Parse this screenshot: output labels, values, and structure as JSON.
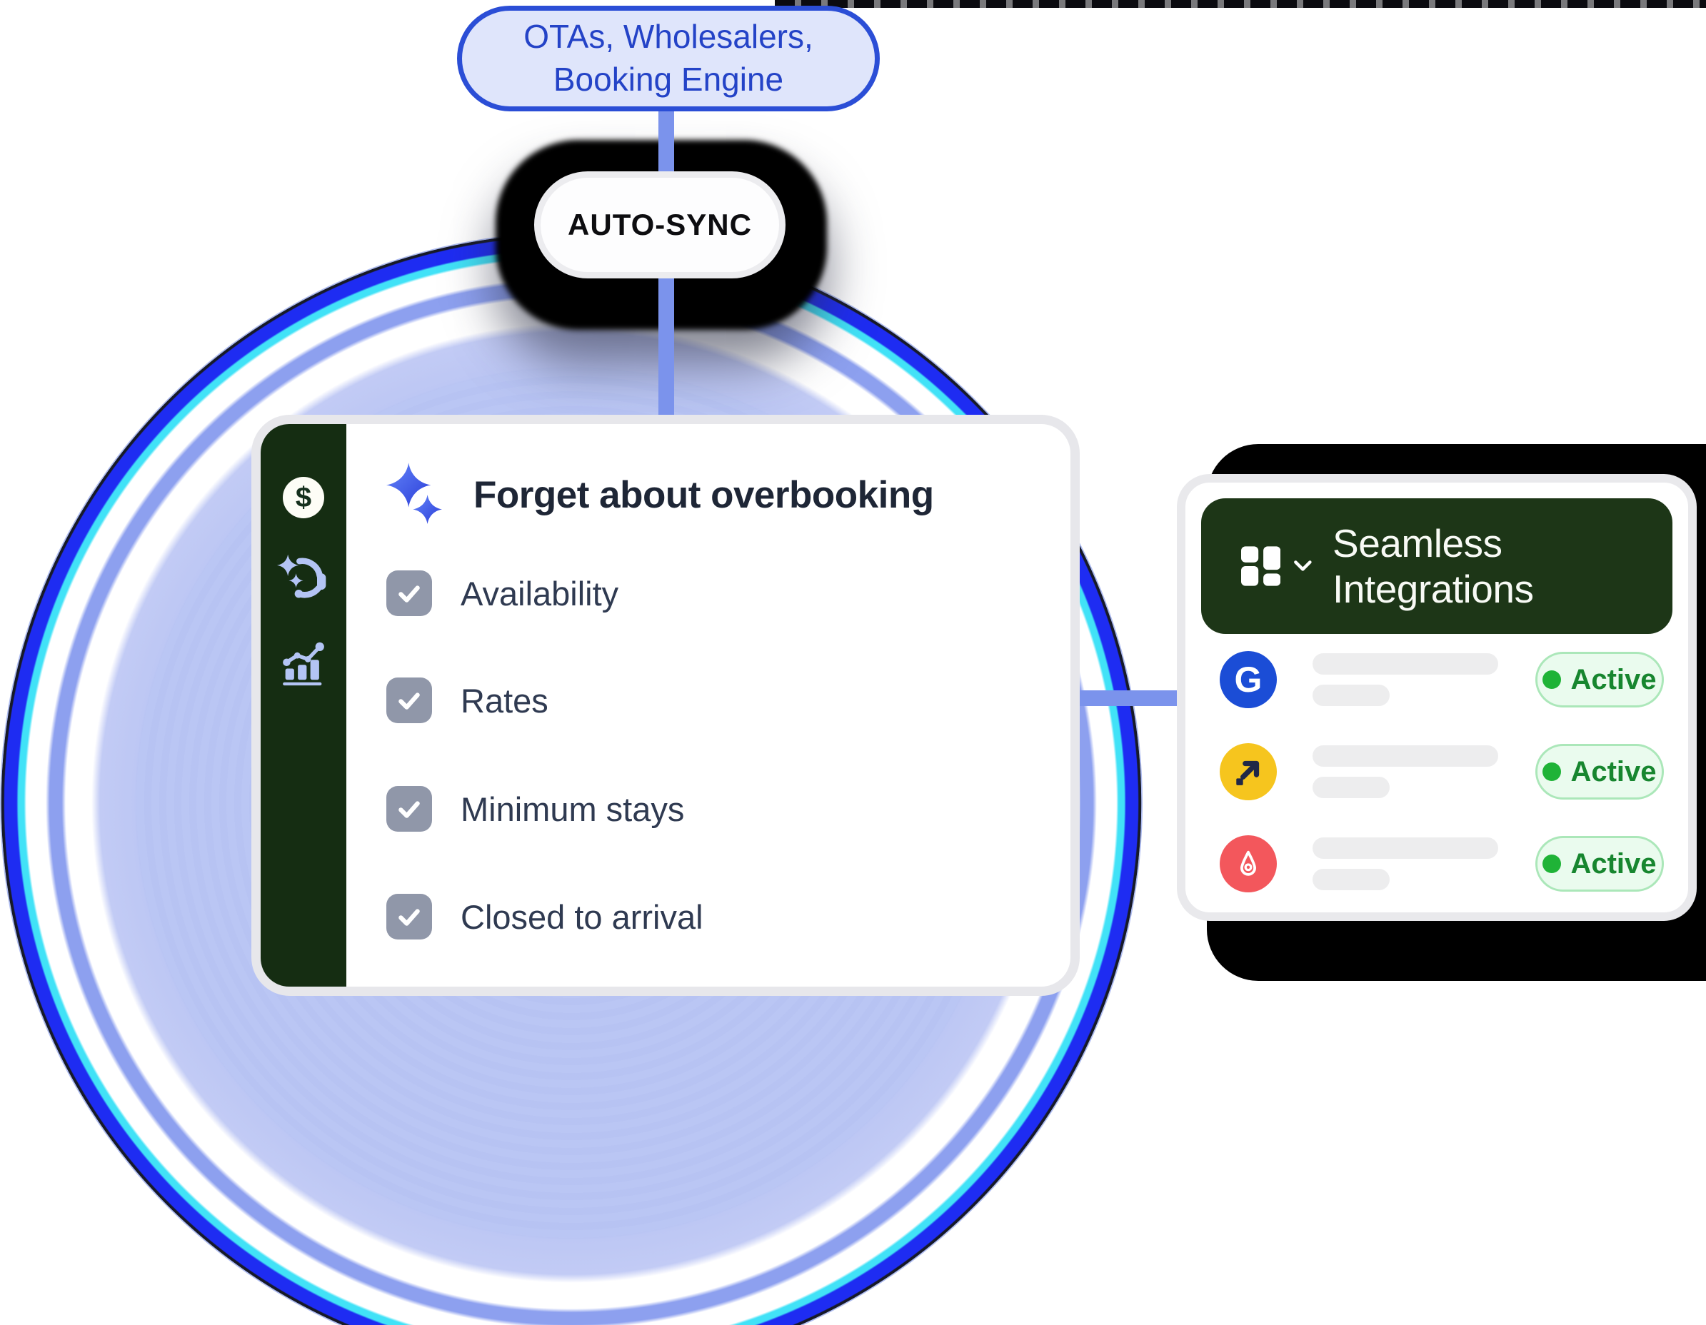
{
  "diagram": {
    "source_pill": {
      "line1": "OTAs, Wholesalers,",
      "line2": "Booking Engine"
    },
    "sync_badge": {
      "label": "AUTO-SYNC"
    }
  },
  "overbooking_card": {
    "title": "Forget about overbooking",
    "title_icon": "sparkles-icon",
    "sidebar_icons": [
      "dollar-icon",
      "ai-support-icon",
      "analytics-chart-icon"
    ],
    "dollar_glyph": "$",
    "items": [
      {
        "label": "Availability",
        "checked": true
      },
      {
        "label": "Rates",
        "checked": true
      },
      {
        "label": "Minimum stays",
        "checked": true
      },
      {
        "label": "Closed to arrival",
        "checked": true
      }
    ]
  },
  "integrations_card": {
    "title": "Seamless Integrations",
    "header_icon": "layout-grid-icon",
    "rows": [
      {
        "provider": "google",
        "glyph": "G",
        "status": "Active"
      },
      {
        "provider": "expedia",
        "status": "Active"
      },
      {
        "provider": "airbnb",
        "status": "Active"
      }
    ]
  },
  "colors": {
    "connector_blue": "#7b93ec",
    "ring_periwinkle": "#b8c4f3",
    "ring_deep_blue": "#1e2cf2",
    "ring_cyan": "#41e2f7",
    "pill_border_blue": "#2b4ed6",
    "pill_text_blue": "#2443c7",
    "dark_green": "#1d3617",
    "checkbox_gray": "#9097a9",
    "active_green": "#1fb337",
    "active_text_green": "#17862f",
    "google_blue": "#1b4dd6",
    "expedia_yellow": "#f6c51e",
    "airbnb_red": "#f3575c"
  }
}
